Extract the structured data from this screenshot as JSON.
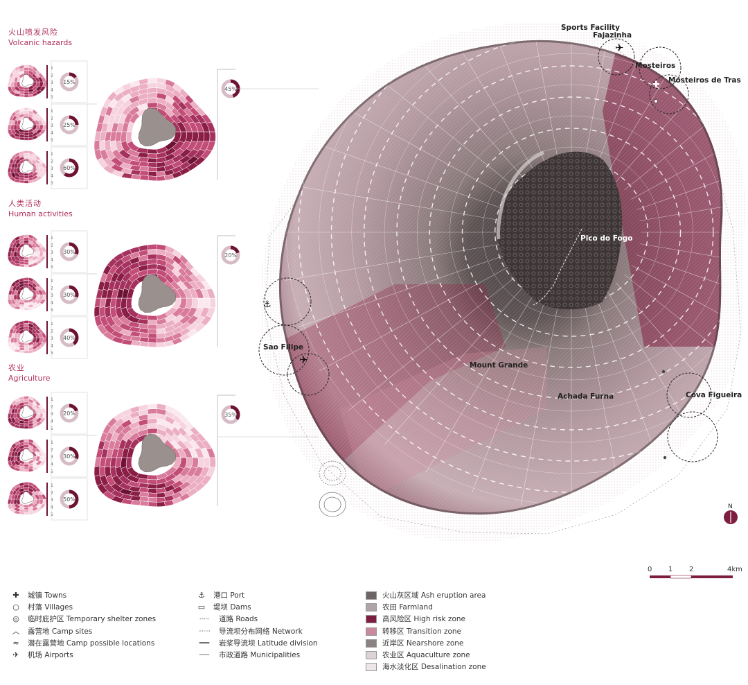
{
  "sections": [
    {
      "zh": "火山喷发风险",
      "en": "Volcanic hazards",
      "percents": [
        "15%",
        "25%",
        "60%"
      ],
      "main_percent": "45%"
    },
    {
      "zh": "人类活动",
      "en": "Human activities",
      "percents": [
        "30%",
        "30%",
        "40%"
      ],
      "main_percent": "20%"
    },
    {
      "zh": "农业",
      "en": "Agriculture",
      "percents": [
        "20%",
        "30%",
        "50%"
      ],
      "main_percent": "35%"
    }
  ],
  "scale_ticks": [
    "1",
    "2",
    "3",
    "4",
    "5"
  ],
  "map_labels": {
    "sports_facility": "Sports Facility",
    "fajazinha": "Fajazinha",
    "mosteiros": "Mosteiros",
    "mosteiros_de_tras": "Mosteiros de Tras",
    "pico_do_fogo": "Pico do Fogo",
    "sao_filipe": "Sao Filipe",
    "mount_grande": "Mount Grande",
    "achada_furna": "Achada Furna",
    "cova_figueira": "Cova Figueira"
  },
  "north": "N",
  "scale_bar": {
    "ticks": [
      "0",
      "1",
      "2",
      "4km"
    ]
  },
  "legend_col1": [
    {
      "icon": "cross-icon",
      "text": "城镇 Towns"
    },
    {
      "icon": "circle-icon",
      "text": "村落 Villages"
    },
    {
      "icon": "ring-icon",
      "text": "临时庇护区 Temporary shelter zones"
    },
    {
      "icon": "chevron-icon",
      "text": "露营地 Camp sites"
    },
    {
      "icon": "double-chevron-icon",
      "text": "潜在露营地 Camp possible locations"
    },
    {
      "icon": "airplane-icon",
      "text": "机场 Airports"
    }
  ],
  "legend_col2": [
    {
      "icon": "anchor-icon",
      "text": "港口 Port"
    },
    {
      "icon": "rect-icon",
      "text": "堤坝 Dams"
    },
    {
      "icon": "dashdot-line-icon",
      "text": "道路 Roads"
    },
    {
      "icon": "dotted-line-icon",
      "text": "导流坝分布网络 Network"
    },
    {
      "icon": "double-line-icon",
      "text": "岩浆导流坝 Latitude division"
    },
    {
      "icon": "solid-line-icon",
      "text": "市政道路 Municipalities"
    }
  ],
  "legend_col3": [
    {
      "swatch": "#6e6666",
      "text": "火山灰区域 Ash eruption area"
    },
    {
      "swatch": "#b0a4a6",
      "text": "农田 Farmland"
    },
    {
      "swatch": "#7d1d3f",
      "text": "高风险区 High risk zone"
    },
    {
      "swatch": "#c98a9c",
      "text": "转移区 Transition zone"
    },
    {
      "swatch": "#8a8283",
      "text": "近岸区 Nearshore zone"
    },
    {
      "swatch": "#ddd3d5",
      "text": "农业区 Aquaculture zone"
    },
    {
      "swatch": "#efe6e8",
      "text": "海水淡化区 Desalination zone"
    }
  ],
  "colors": {
    "accent": "#b0305a",
    "dark": "#6e1233",
    "mid": "#c24d77",
    "light": "#f2c6d3"
  }
}
